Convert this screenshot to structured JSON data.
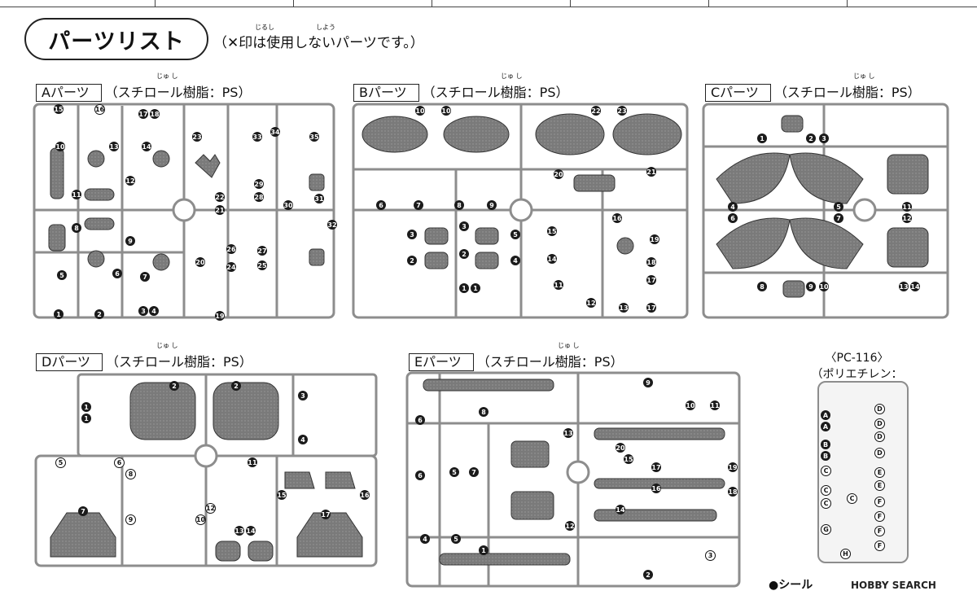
{
  "header": {
    "title": "パーツリスト",
    "note": "（✕印は使用しないパーツです。）",
    "note_ruby": [
      "じるし",
      "しよう"
    ]
  },
  "sections": {
    "A": {
      "label": "Aパーツ",
      "material": "（スチロール樹脂：PS）",
      "ruby": "じゅ し"
    },
    "B": {
      "label": "Bパーツ",
      "material": "（スチロール樹脂：PS）",
      "ruby": "じゅ し"
    },
    "C": {
      "label": "Cパーツ",
      "material": "（スチロール樹脂：PS）",
      "ruby": "じゅ し"
    },
    "D": {
      "label": "Dパーツ",
      "material": "（スチロール樹脂：PS）",
      "ruby": "じゅ し"
    },
    "E": {
      "label": "Eパーツ",
      "material": "（スチロール樹脂：PS）",
      "ruby": "じゅ し"
    }
  },
  "pc": {
    "title": "〈PC-116〉",
    "material": "（ポリエチレン：PE）",
    "left_labels": [
      "A",
      "A",
      "B",
      "B",
      "C",
      "C",
      "C",
      "C",
      "G",
      "H"
    ],
    "right_labels": [
      "D",
      "D",
      "D",
      "D",
      "E",
      "E",
      "F",
      "F",
      "F",
      "F"
    ]
  },
  "footer": {
    "seal": "●シール",
    "watermark": "HOBBY SEARCH"
  },
  "part_numbers": {
    "A": [
      "15",
      "16",
      "17",
      "18",
      "23",
      "33",
      "34",
      "35",
      "10",
      "13",
      "14",
      "12",
      "11",
      "22",
      "21",
      "29",
      "28",
      "30",
      "31",
      "32",
      "8",
      "9",
      "5",
      "6",
      "7",
      "26",
      "27",
      "20",
      "24",
      "25",
      "1",
      "2",
      "3",
      "4",
      "19"
    ],
    "B": [
      "10",
      "10",
      "22",
      "23",
      "20",
      "21",
      "6",
      "7",
      "8",
      "9",
      "3",
      "3",
      "5",
      "2",
      "2",
      "4",
      "1",
      "1",
      "15",
      "16",
      "19",
      "14",
      "18",
      "11",
      "17",
      "12",
      "13",
      "17"
    ],
    "C": [
      "1",
      "2",
      "3",
      "4",
      "5",
      "6",
      "7",
      "11",
      "12",
      "8",
      "9",
      "10",
      "13",
      "14"
    ],
    "D": [
      "2",
      "2",
      "1",
      "1",
      "3",
      "4",
      "5",
      "6",
      "8",
      "11",
      "7",
      "9",
      "10",
      "12",
      "13",
      "14",
      "15",
      "16",
      "17"
    ],
    "E": [
      "9",
      "10",
      "11",
      "8",
      "6",
      "13",
      "7",
      "6",
      "20",
      "15",
      "17",
      "19",
      "16",
      "18",
      "5",
      "4",
      "5",
      "14",
      "12",
      "1",
      "2",
      "3"
    ]
  }
}
